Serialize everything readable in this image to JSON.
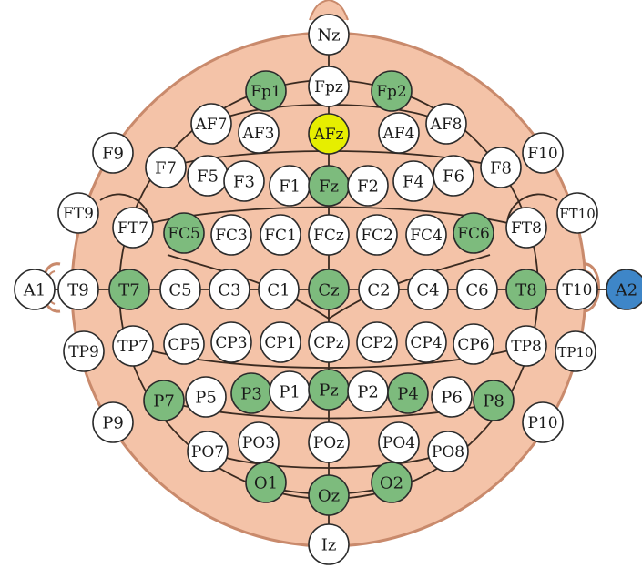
{
  "colors": {
    "scalp": "#f4c3a8",
    "scalp_edge": "#c98a6c",
    "line": "#3a2a20",
    "white": "#ffffff",
    "green": "#7dbb7d",
    "yellow": "#e6ee00",
    "blue": "#3e86c8"
  },
  "electrodes": [
    {
      "id": "Nz",
      "label": "Nz",
      "fill": "white"
    },
    {
      "id": "Fpz",
      "label": "Fpz",
      "fill": "white"
    },
    {
      "id": "Fp1",
      "label": "Fp1",
      "fill": "green"
    },
    {
      "id": "Fp2",
      "label": "Fp2",
      "fill": "green"
    },
    {
      "id": "AF7",
      "label": "AF7",
      "fill": "white"
    },
    {
      "id": "AF3",
      "label": "AF3",
      "fill": "white"
    },
    {
      "id": "AFz",
      "label": "AFz",
      "fill": "yellow"
    },
    {
      "id": "AF4",
      "label": "AF4",
      "fill": "white"
    },
    {
      "id": "AF8",
      "label": "AF8",
      "fill": "white"
    },
    {
      "id": "F9",
      "label": "F9",
      "fill": "white"
    },
    {
      "id": "F7",
      "label": "F7",
      "fill": "white"
    },
    {
      "id": "F5",
      "label": "F5",
      "fill": "white"
    },
    {
      "id": "F3",
      "label": "F3",
      "fill": "white"
    },
    {
      "id": "F1",
      "label": "F1",
      "fill": "white"
    },
    {
      "id": "Fz",
      "label": "Fz",
      "fill": "green"
    },
    {
      "id": "F2",
      "label": "F2",
      "fill": "white"
    },
    {
      "id": "F4",
      "label": "F4",
      "fill": "white"
    },
    {
      "id": "F6",
      "label": "F6",
      "fill": "white"
    },
    {
      "id": "F8",
      "label": "F8",
      "fill": "white"
    },
    {
      "id": "F10",
      "label": "F10",
      "fill": "white"
    },
    {
      "id": "FT9",
      "label": "FT9",
      "fill": "white"
    },
    {
      "id": "FT7",
      "label": "FT7",
      "fill": "white"
    },
    {
      "id": "FC5",
      "label": "FC5",
      "fill": "green"
    },
    {
      "id": "FC3",
      "label": "FC3",
      "fill": "white"
    },
    {
      "id": "FC1",
      "label": "FC1",
      "fill": "white"
    },
    {
      "id": "FCz",
      "label": "FCz",
      "fill": "white"
    },
    {
      "id": "FC2",
      "label": "FC2",
      "fill": "white"
    },
    {
      "id": "FC4",
      "label": "FC4",
      "fill": "white"
    },
    {
      "id": "FC6",
      "label": "FC6",
      "fill": "green"
    },
    {
      "id": "FT8",
      "label": "FT8",
      "fill": "white"
    },
    {
      "id": "FT10",
      "label": "FT10",
      "fill": "white"
    },
    {
      "id": "A1",
      "label": "A1",
      "fill": "white"
    },
    {
      "id": "T9",
      "label": "T9",
      "fill": "white"
    },
    {
      "id": "T7",
      "label": "T7",
      "fill": "green"
    },
    {
      "id": "C5",
      "label": "C5",
      "fill": "white"
    },
    {
      "id": "C3",
      "label": "C3",
      "fill": "white"
    },
    {
      "id": "C1",
      "label": "C1",
      "fill": "white"
    },
    {
      "id": "Cz",
      "label": "Cz",
      "fill": "green"
    },
    {
      "id": "C2",
      "label": "C2",
      "fill": "white"
    },
    {
      "id": "C4",
      "label": "C4",
      "fill": "white"
    },
    {
      "id": "C6",
      "label": "C6",
      "fill": "white"
    },
    {
      "id": "T8",
      "label": "T8",
      "fill": "green"
    },
    {
      "id": "T10",
      "label": "T10",
      "fill": "white"
    },
    {
      "id": "A2",
      "label": "A2",
      "fill": "blue"
    },
    {
      "id": "TP9",
      "label": "TP9",
      "fill": "white"
    },
    {
      "id": "TP7",
      "label": "TP7",
      "fill": "white"
    },
    {
      "id": "CP5",
      "label": "CP5",
      "fill": "white"
    },
    {
      "id": "CP3",
      "label": "CP3",
      "fill": "white"
    },
    {
      "id": "CP1",
      "label": "CP1",
      "fill": "white"
    },
    {
      "id": "CPz",
      "label": "CPz",
      "fill": "white"
    },
    {
      "id": "CP2",
      "label": "CP2",
      "fill": "white"
    },
    {
      "id": "CP4",
      "label": "CP4",
      "fill": "white"
    },
    {
      "id": "CP6",
      "label": "CP6",
      "fill": "white"
    },
    {
      "id": "TP8",
      "label": "TP8",
      "fill": "white"
    },
    {
      "id": "TP10",
      "label": "TP10",
      "fill": "white"
    },
    {
      "id": "P9",
      "label": "P9",
      "fill": "white"
    },
    {
      "id": "P7",
      "label": "P7",
      "fill": "green"
    },
    {
      "id": "P5",
      "label": "P5",
      "fill": "white"
    },
    {
      "id": "P3",
      "label": "P3",
      "fill": "green"
    },
    {
      "id": "P1",
      "label": "P1",
      "fill": "white"
    },
    {
      "id": "Pz",
      "label": "Pz",
      "fill": "green"
    },
    {
      "id": "P2",
      "label": "P2",
      "fill": "white"
    },
    {
      "id": "P4",
      "label": "P4",
      "fill": "green"
    },
    {
      "id": "P6",
      "label": "P6",
      "fill": "white"
    },
    {
      "id": "P8",
      "label": "P8",
      "fill": "green"
    },
    {
      "id": "P10",
      "label": "P10",
      "fill": "white"
    },
    {
      "id": "PO7",
      "label": "PO7",
      "fill": "white"
    },
    {
      "id": "PO3",
      "label": "PO3",
      "fill": "white"
    },
    {
      "id": "POz",
      "label": "POz",
      "fill": "white"
    },
    {
      "id": "PO4",
      "label": "PO4",
      "fill": "white"
    },
    {
      "id": "PO8",
      "label": "PO8",
      "fill": "white"
    },
    {
      "id": "O1",
      "label": "O1",
      "fill": "green"
    },
    {
      "id": "Oz",
      "label": "Oz",
      "fill": "green"
    },
    {
      "id": "O2",
      "label": "O2",
      "fill": "green"
    },
    {
      "id": "Iz",
      "label": "Iz",
      "fill": "white"
    }
  ]
}
